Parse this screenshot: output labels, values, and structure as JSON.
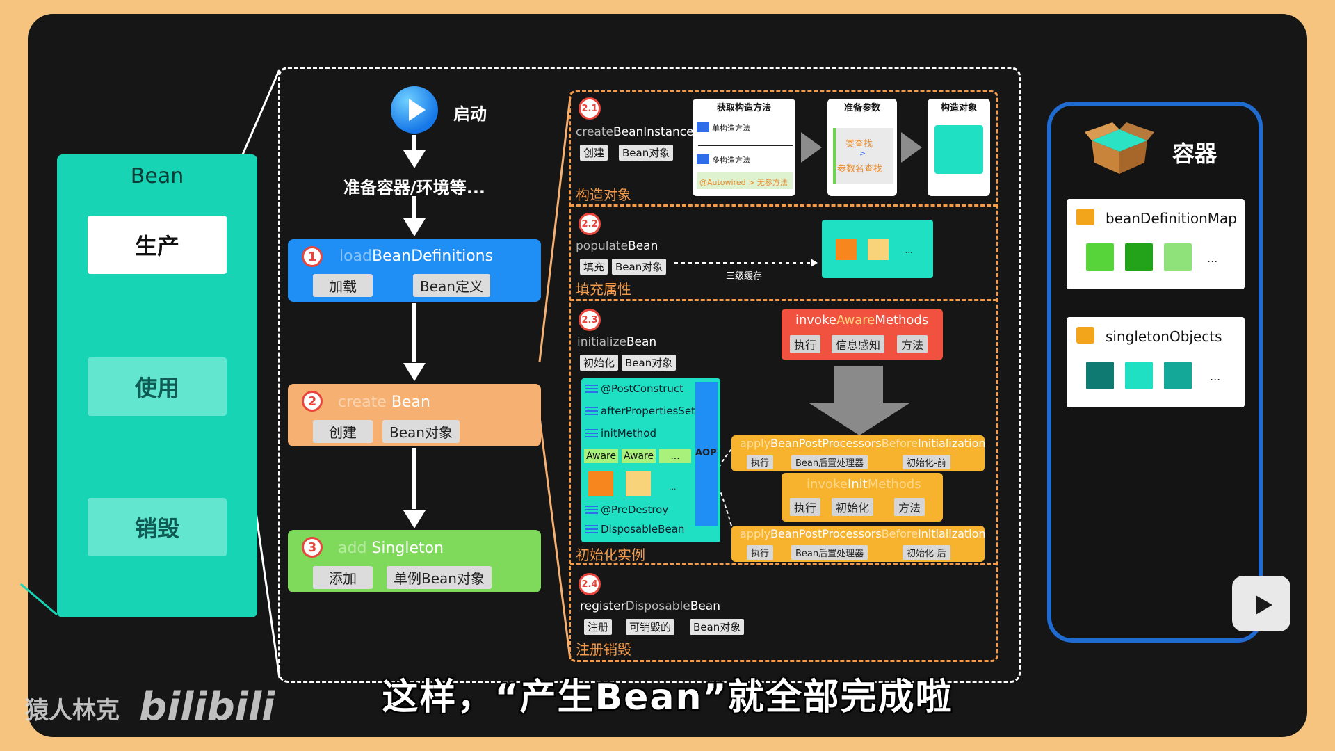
{
  "bean_panel": {
    "title": "Bean",
    "stages": [
      "生产",
      "使用",
      "销毁"
    ]
  },
  "flow": {
    "start": "启动",
    "prepare": "准备容器/环境等...",
    "steps": [
      {
        "num": "1",
        "title_faint": "load",
        "title": "BeanDefinitions",
        "chips": [
          "加载",
          "Bean定义"
        ]
      },
      {
        "num": "2",
        "title_faint": "create ",
        "title": "Bean",
        "chips": [
          "创建",
          "Bean对象"
        ]
      },
      {
        "num": "3",
        "title_faint": "add ",
        "title": "Singleton",
        "chips": [
          "添加",
          "单例Bean对象"
        ]
      }
    ]
  },
  "sub_2_1": {
    "badge": "2.1",
    "title_faint": "create",
    "title": "BeanInstance",
    "chips": [
      "创建",
      "Bean对象"
    ],
    "caption": "构造对象",
    "card1": {
      "head": "获取构造方法",
      "line1": "单构造方法",
      "line2": "多构造方法",
      "line3a": "@Autowired > ",
      "line3b": "无参方法"
    },
    "card2": {
      "head": "准备参数",
      "line1": "类查找",
      "line2": ">",
      "line3": "参数名查找"
    },
    "card3": {
      "head": "构造对象"
    }
  },
  "sub_2_2": {
    "badge": "2.2",
    "title_faint": "populate",
    "title": "Bean",
    "chips": [
      "填充",
      "Bean对象"
    ],
    "cache": "三级缓存",
    "dots": "...",
    "caption": "填充属性"
  },
  "sub_2_3": {
    "badge": "2.3",
    "title_faint": "initialize",
    "title": "Bean",
    "chips": [
      "初始化",
      "Bean对象"
    ],
    "caption": "初始化实例",
    "list": [
      "@PostConstruct",
      "afterPropertiesSet",
      "initMethod",
      "@PreDestroy",
      "DisposableBean"
    ],
    "aware": [
      "Aware",
      "Aware",
      "..."
    ],
    "dots": "...",
    "aop": "AOP",
    "aware_methods": {
      "a": "invoke",
      "b": "Aware",
      "c": "Methods",
      "chips": [
        "执行",
        "信息感知",
        "方法"
      ]
    },
    "before": {
      "a": "apply",
      "b": "BeanPostProcessors",
      "c": "Before",
      "d": "Initialization",
      "chips": [
        "执行",
        "Bean后置处理器",
        "初始化-前"
      ]
    },
    "init_methods": {
      "a": "invoke",
      "b": "Init",
      "c": "Methods",
      "chips": [
        "执行",
        "初始化",
        "方法"
      ]
    },
    "after": {
      "a": "apply",
      "b": "BeanPostProcessors",
      "c": "Before",
      "d": "Initialization",
      "chips": [
        "执行",
        "Bean后置处理器",
        "初始化-后"
      ]
    }
  },
  "sub_2_4": {
    "badge": "2.4",
    "title_pre": "register",
    "title_faint": "Disposable",
    "title": "Bean",
    "chips": [
      "注册",
      "可销毁的",
      "Bean对象"
    ],
    "caption": "注册销毁"
  },
  "container": {
    "label": "容器",
    "maps": [
      {
        "name": "beanDefinitionMap",
        "dots": "...",
        "colors": [
          "#56d43a",
          "#22a31a",
          "#8fe27a"
        ]
      },
      {
        "name": "singletonObjects",
        "dots": "...",
        "colors": [
          "#0e7a72",
          "#1fe0c2",
          "#14a898"
        ]
      }
    ]
  },
  "subtitle": "这样，“产生Bean”就全部完成啦",
  "watermark": {
    "name": "猿人林克",
    "logo": "bilibili"
  },
  "colors": {
    "background": "#f6c47f",
    "board": "#161616",
    "teal": "#17d4b4",
    "accent_blue": "#1f8ef5",
    "accent_orange": "#f6b072",
    "accent_green": "#7fd95a"
  }
}
